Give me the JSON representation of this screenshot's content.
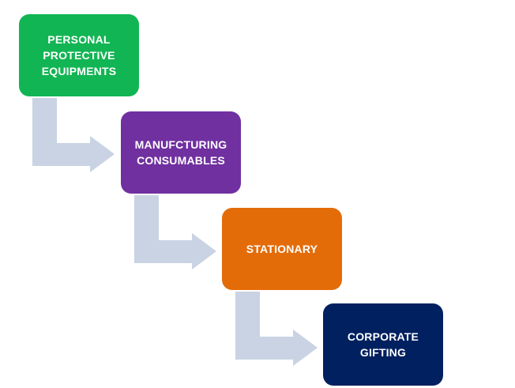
{
  "steps": [
    {
      "label": "PERSONAL\nPROTECTIVE\nEQUIPMENTS",
      "color": "#12b553"
    },
    {
      "label": "MANUFCTURING\nCONSUMABLES",
      "color": "#7030a0"
    },
    {
      "label": "STATIONARY",
      "color": "#e36c09"
    },
    {
      "label": "CORPORATE\nGIFTING",
      "color": "#002060"
    }
  ],
  "arrow_color": "#c9d3e3"
}
